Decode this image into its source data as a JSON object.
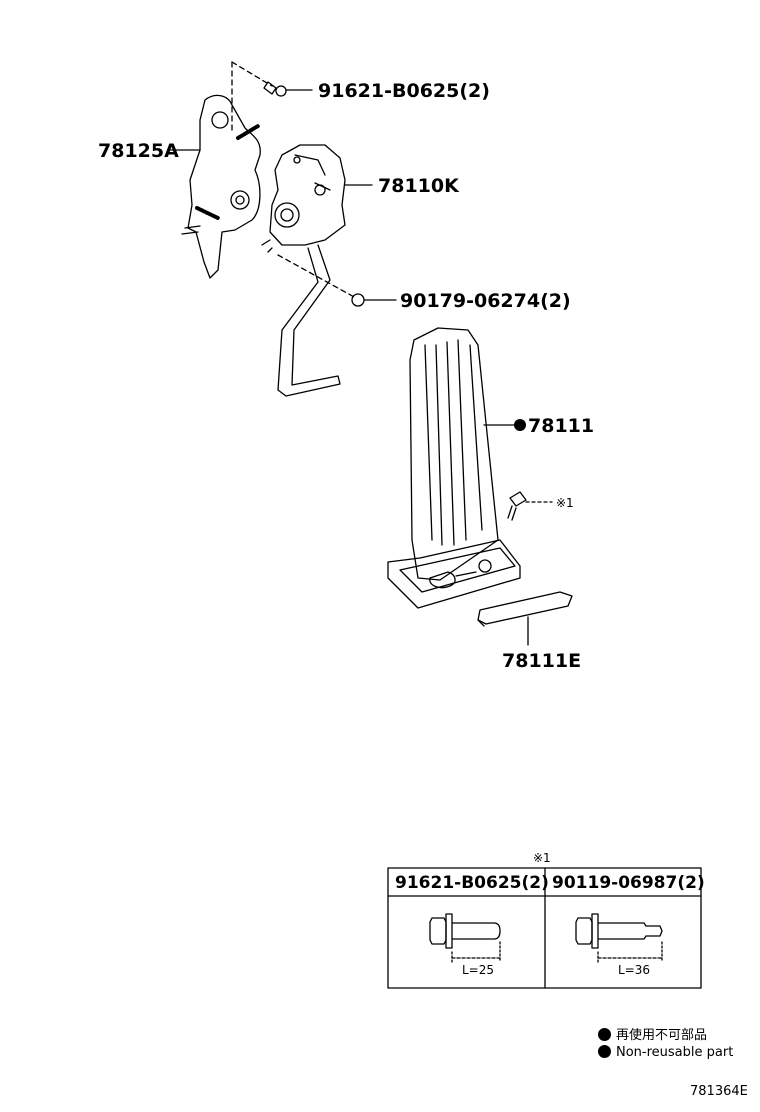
{
  "parts": {
    "bolt_top": "91621-B0625(2)",
    "bracket": "78125A",
    "sensor": "78110K",
    "nut": "90179-06274(2)",
    "pedal": "78111",
    "bolt_ref": "※1",
    "pad": "78111E"
  },
  "table": {
    "ref": "※1",
    "col1": {
      "part": "91621-B0625(2)",
      "length": "L=25"
    },
    "col2": {
      "part": "90119-06987(2)",
      "length": "L=36"
    }
  },
  "legend": {
    "line1": "再使用不可部品",
    "line2": "Non-reusable part"
  },
  "drawing_code": "781364E"
}
